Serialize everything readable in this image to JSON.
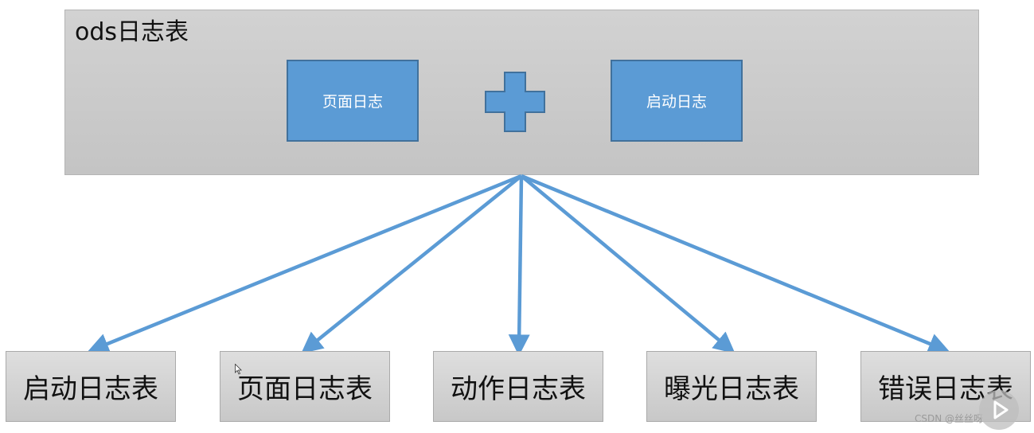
{
  "ods_table": {
    "title": "ods日志表"
  },
  "sources": [
    {
      "label": "页面日志"
    },
    {
      "label": "启动日志"
    }
  ],
  "combine_icon": "plus-icon",
  "outputs": [
    {
      "label": "启动日志表"
    },
    {
      "label": "页面日志表"
    },
    {
      "label": "动作日志表"
    },
    {
      "label": "曝光日志表"
    },
    {
      "label": "错误日志表"
    }
  ],
  "watermark": "CSDN @丝丝呀",
  "colors": {
    "accent_blue": "#5b9bd5",
    "box_gray": "#c8c8c8"
  }
}
